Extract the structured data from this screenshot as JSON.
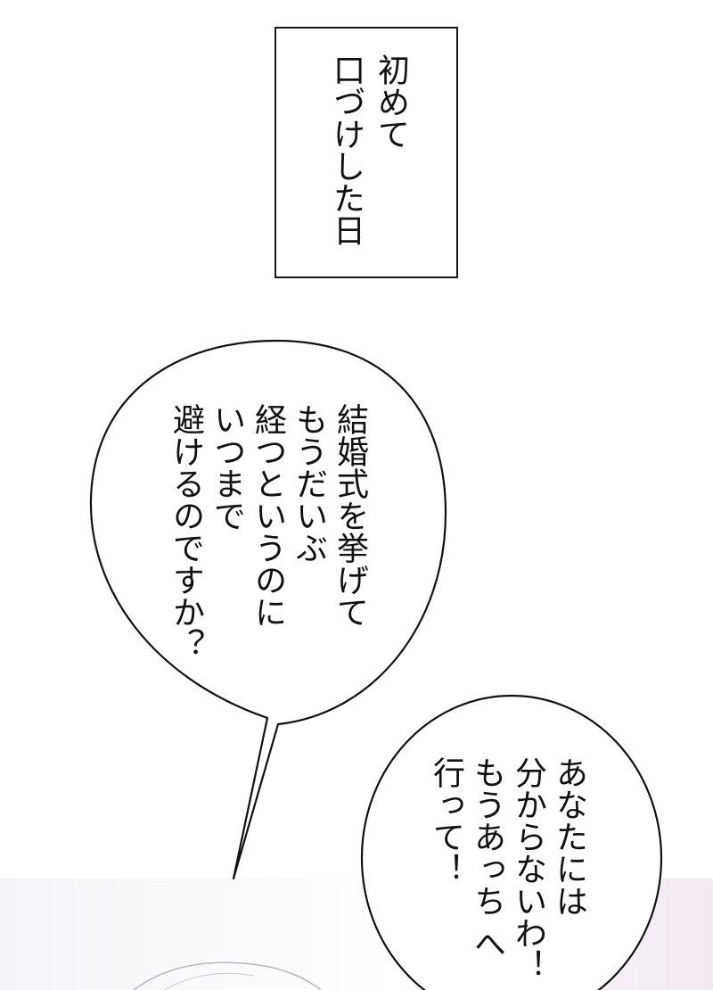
{
  "caption": {
    "lines": [
      "初めて",
      "口づけした日"
    ]
  },
  "bubble_1": {
    "lines": [
      "結婚式を挙げて",
      "もうだいぶ",
      "経つというのに",
      "いつまで",
      "避けるのですか？"
    ]
  },
  "bubble_2": {
    "lines": [
      "あなたには",
      "分からないわ！",
      "もうあっち へ",
      "行って！"
    ]
  },
  "colors": {
    "ink": "#111111",
    "paper": "#ffffff",
    "haze": "#ece6f1"
  }
}
